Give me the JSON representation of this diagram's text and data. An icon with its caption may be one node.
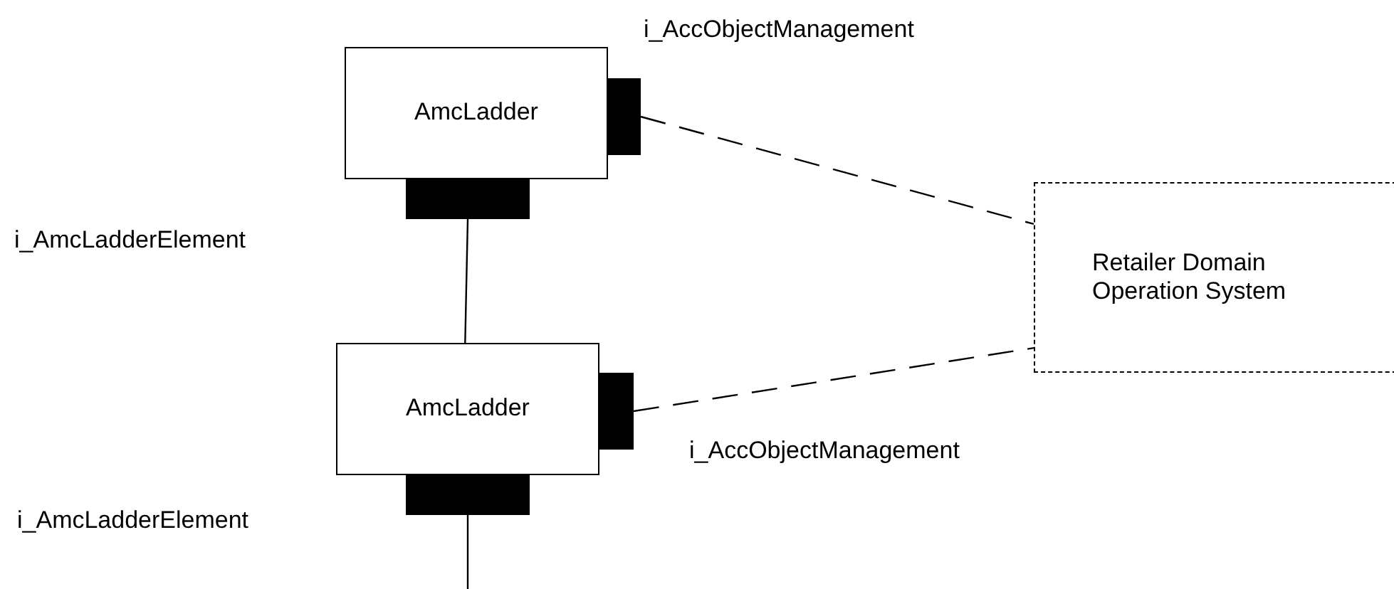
{
  "diagram": {
    "nodes": [
      {
        "text": [
          "AmcLadder"
        ]
      },
      {
        "text": [],
        "shape": "box"
      },
      {
        "text": [],
        "shape": "box"
      },
      {
        "text": [
          "AmcLadder"
        ]
      },
      {
        "text": [],
        "shape": "box"
      },
      {
        "text": [],
        "shape": "box"
      },
      {
        "text": [
          "Retailer Domain Operation System"
        ]
      }
    ],
    "edges": [
      {
        "from": 1,
        "to": 6,
        "arrow": "none",
        "style": "dashed"
      },
      {
        "from": 2,
        "to": 3,
        "arrow": "none"
      },
      {
        "from": 4,
        "to": 6,
        "arrow": "none",
        "style": "dashed"
      },
      {
        "from": 5,
        "to": null,
        "arrow": "none"
      }
    ],
    "labels": [
      "i_AccObjectManagement",
      "i_AmcLadderElement",
      "i_AccObjectManagement",
      "i_AmcLadderElement"
    ]
  }
}
